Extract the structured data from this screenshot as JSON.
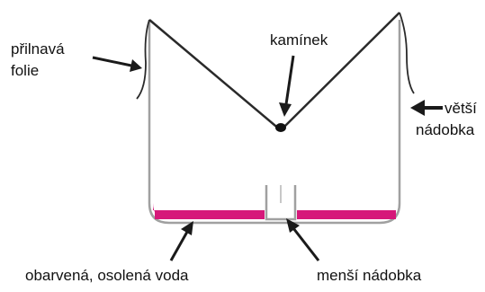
{
  "labels": {
    "cling_film_line1": "přilnavá",
    "cling_film_line2": "folie",
    "pebble": "kamínek",
    "larger_container_line1": "větší",
    "larger_container_line2": "nádobka",
    "colored_salt_water": "obarvená, osolená voda",
    "smaller_container": "menší nádobka"
  },
  "colors": {
    "water": "#d6187a",
    "container_outline": "#a0a0a0",
    "film": "#2a2a2a",
    "arrow": "#1a1a1a",
    "pebble": "#111111"
  },
  "icons": {
    "pointer": "arrow-icon",
    "pebble": "pebble-icon"
  }
}
